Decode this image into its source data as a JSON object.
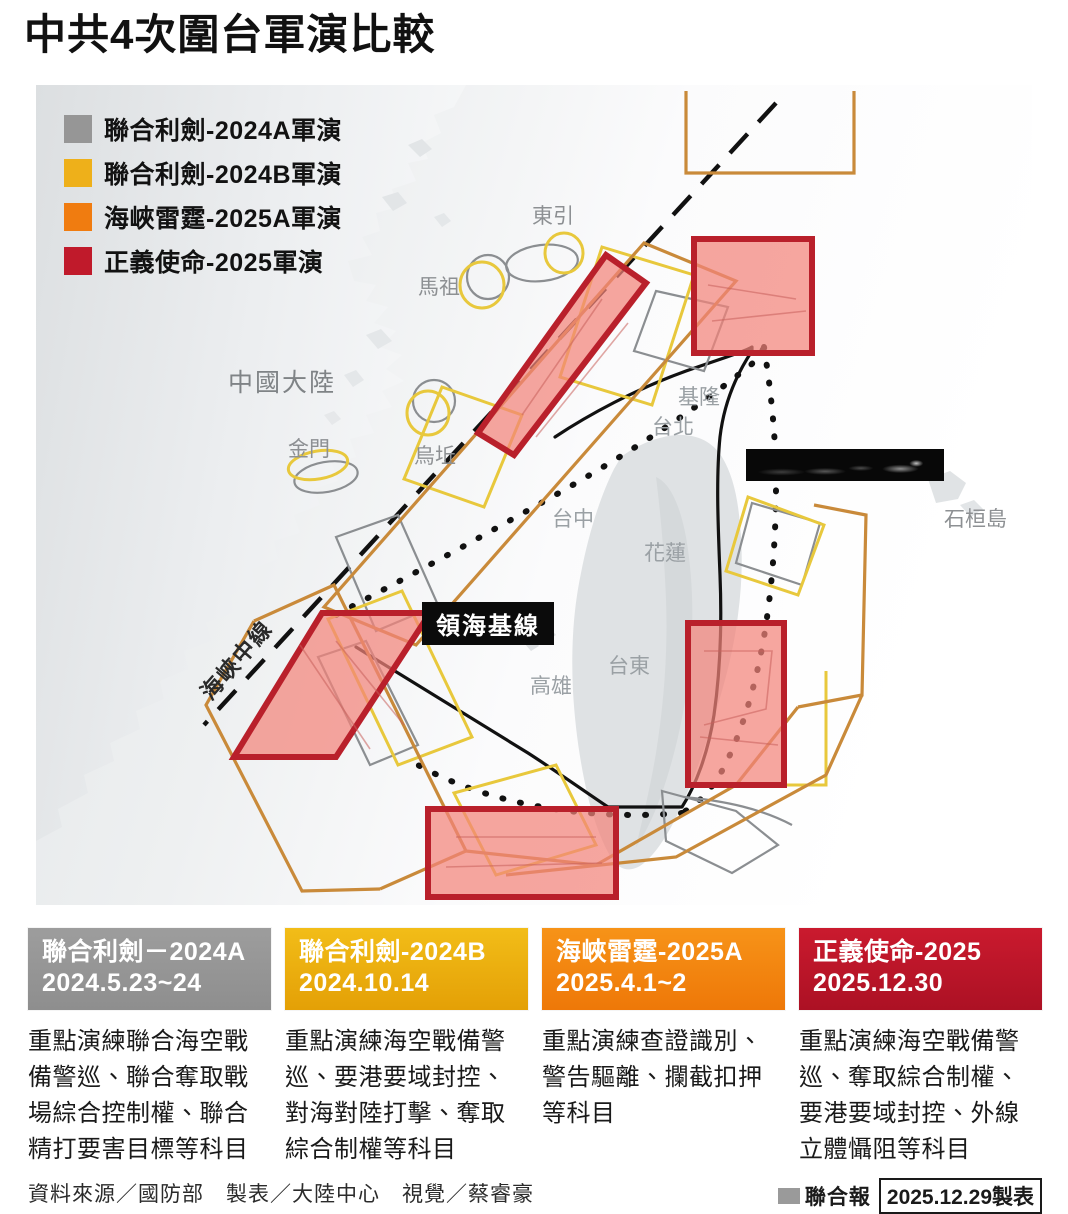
{
  "title": "中共4次圍台軍演比較",
  "legend": {
    "items": [
      {
        "label": "聯合利劍-2024A軍演",
        "color": "#969696"
      },
      {
        "label": "聯合利劍-2024B軍演",
        "color": "#eeb01a"
      },
      {
        "label": "海峽雷霆-2025A軍演",
        "color": "#f07c10"
      },
      {
        "label": "正義使命-2025軍演",
        "color": "#c01a2b"
      }
    ]
  },
  "map": {
    "region_label": "中國大陸",
    "islands": [
      {
        "name": "東引"
      },
      {
        "name": "馬祖"
      },
      {
        "name": "烏坵"
      },
      {
        "name": "金門"
      },
      {
        "name": "石桓島"
      }
    ],
    "cities": [
      {
        "name": "基隆"
      },
      {
        "name": "台北"
      },
      {
        "name": "台中"
      },
      {
        "name": "花蓮"
      },
      {
        "name": "台東"
      },
      {
        "name": "高雄"
      }
    ],
    "baseline_tag": "領海基線",
    "midline_label": "海峽中線",
    "redacted_tag": ""
  },
  "cards": [
    {
      "name": "聯合利劍－2024A",
      "date": "2024.5.23~24",
      "desc": "重點演練聯合海空戰備警巡、聯合奪取戰場綜合控制權、聯合精打要害目標等科目",
      "color_start": "#9a9a9a",
      "color_end": "#8f8f8f"
    },
    {
      "name": "聯合利劍-2024B",
      "date": "2024.10.14",
      "desc": "重點演練海空戰備警巡、要港要域封控、對海對陸打擊、奪取綜合制權等科目",
      "color_start": "#f0bb16",
      "color_end": "#e5a208"
    },
    {
      "name": "海峽雷霆-2025A",
      "date": "2025.4.1~2",
      "desc": "重點演練查證識別、警告驅離、攔截扣押等科目",
      "color_start": "#f59016",
      "color_end": "#ef7a0b"
    },
    {
      "name": "正義使命-2025",
      "date": "2025.12.30",
      "desc": "重點演練海空戰備警巡、奪取綜合制權、要港要域封控、外線立體懾阻等科目",
      "color_start": "#c7182c",
      "color_end": "#ae1226"
    }
  ],
  "footer": {
    "credits": "資料來源／國防部　製表／大陸中心　視覺／蔡睿豪",
    "brand": "聯合報",
    "date": "2025.12.29製表"
  }
}
